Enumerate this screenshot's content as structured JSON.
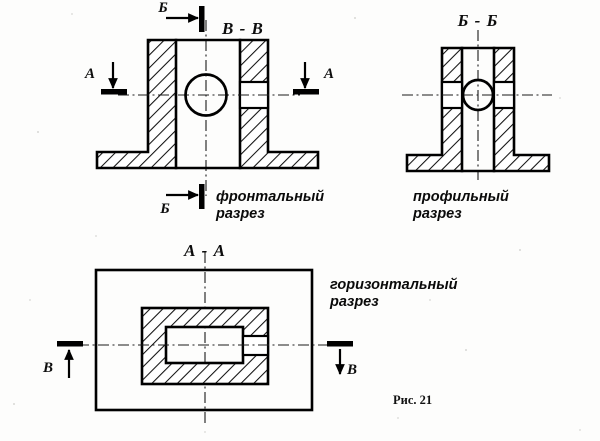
{
  "figure": {
    "caption": "Рис. 21",
    "caption_name": "figure-caption"
  },
  "views": {
    "front": {
      "section_title": "В - В",
      "name_line1": "фронтальный",
      "name_line2": "разрез",
      "markers": {
        "top_letter": "Б",
        "bottom_letter": "Б",
        "left_letter": "A",
        "right_letter": "A"
      }
    },
    "profile": {
      "section_title": "Б - Б",
      "name_line1": "профильный",
      "name_line2": "разрез"
    },
    "horizontal": {
      "section_title": "А - А",
      "name_line1": "горизонтальный",
      "name_line2": "разрез",
      "markers": {
        "left_letter": "В",
        "right_letter": "В"
      }
    }
  },
  "colors": {
    "ink": "#000000",
    "paper": "#fdfdfc",
    "hatch": "#111111"
  }
}
